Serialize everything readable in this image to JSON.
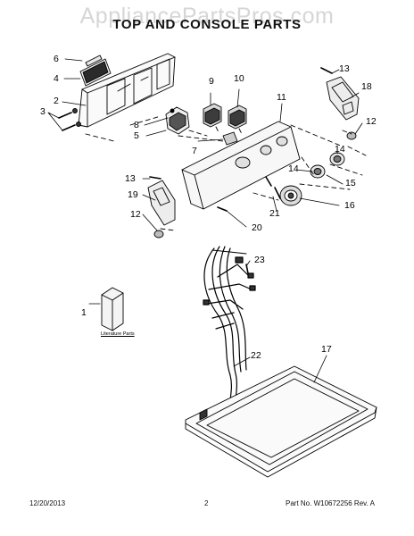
{
  "watermark": "AppliancePartsPros.com",
  "title": "TOP AND CONSOLE PARTS",
  "callouts": {
    "c1": "1",
    "c2": "2",
    "c3": "3",
    "c4": "4",
    "c5": "5",
    "c6": "6",
    "c7": "7",
    "c8": "8",
    "c9": "9",
    "c10": "10",
    "c11": "11",
    "c12a": "12",
    "c12b": "12",
    "c13a": "13",
    "c13b": "13",
    "c14a": "14",
    "c14b": "14",
    "c15": "15",
    "c16": "16",
    "c17": "17",
    "c18": "18",
    "c19": "19",
    "c20": "20",
    "c21": "21",
    "c22": "22",
    "c23": "23"
  },
  "literature_label": "Literature Parts",
  "footer": {
    "date": "12/20/2013",
    "page": "2",
    "part_no": "Part No. W10672256  Rev. A"
  }
}
